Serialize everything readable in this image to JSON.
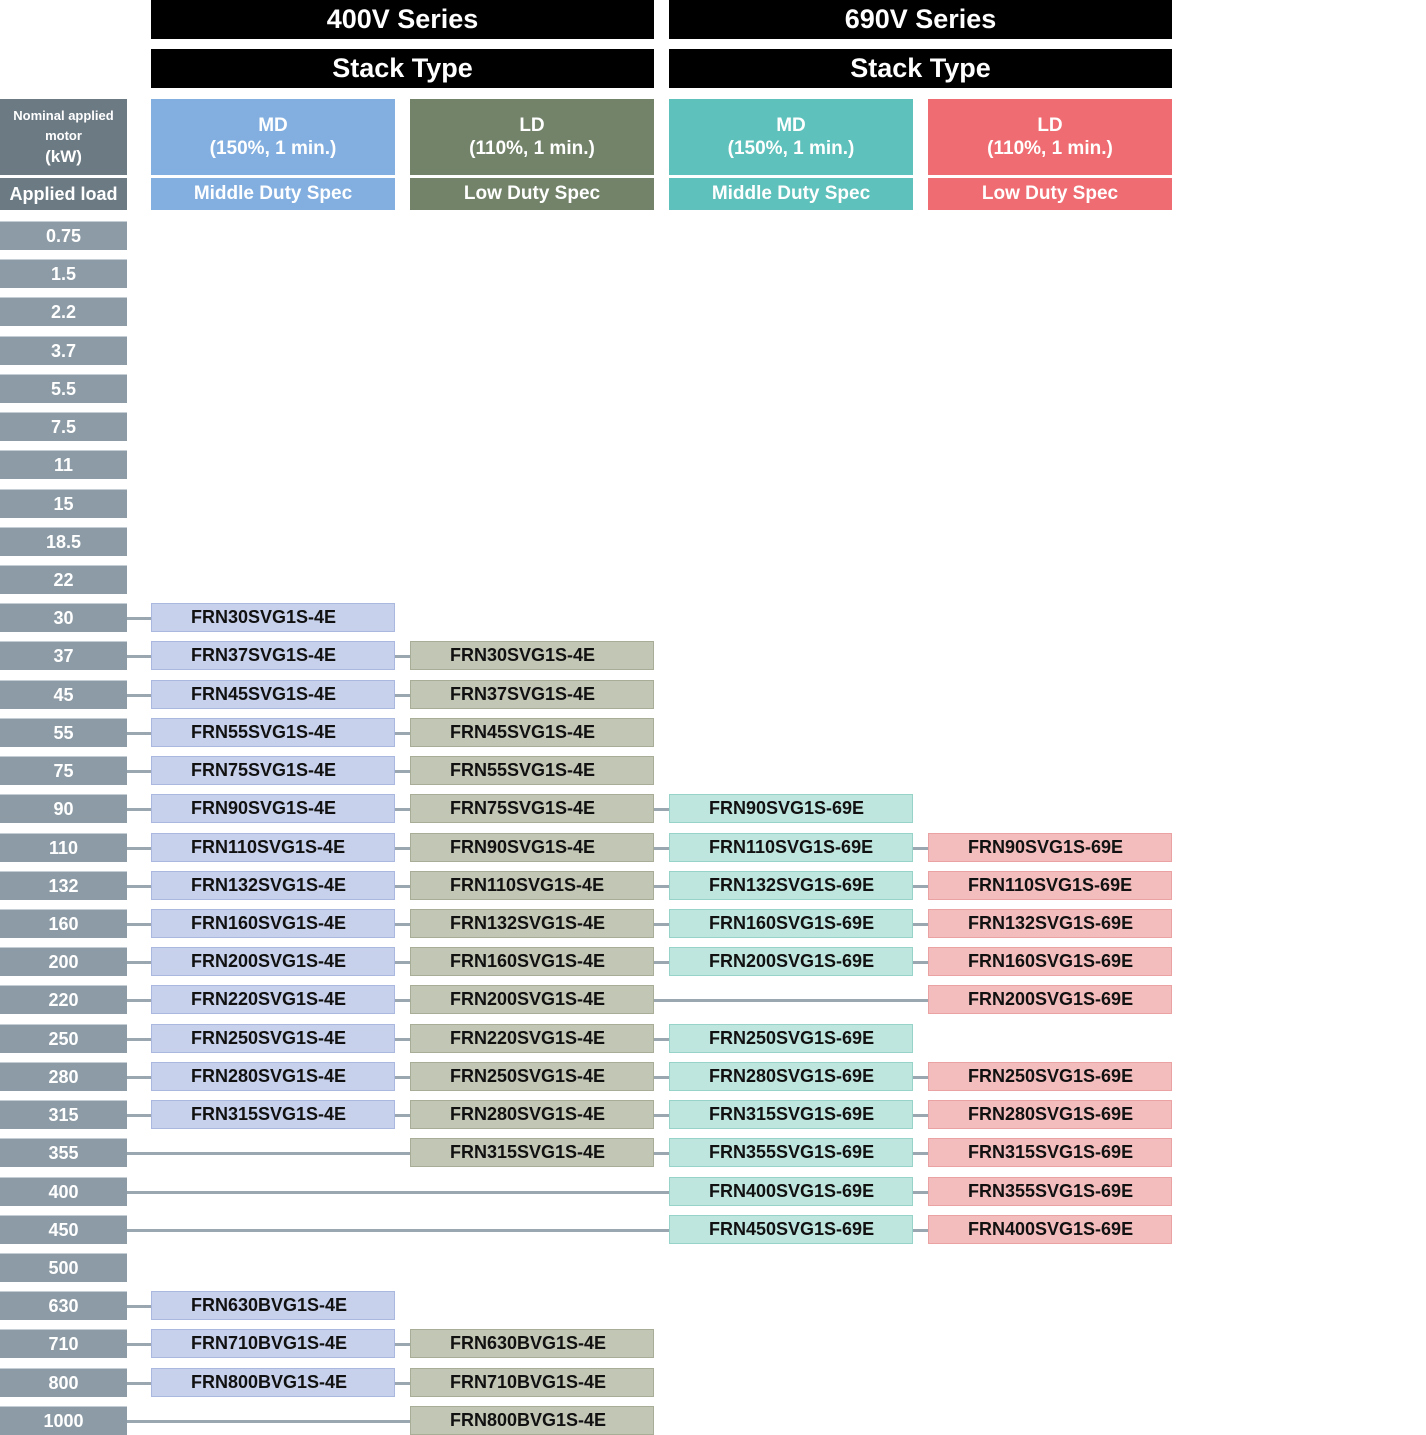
{
  "series": [
    {
      "title": "400V Series",
      "subtitle": "Stack Type"
    },
    {
      "title": "690V Series",
      "subtitle": "Stack Type"
    }
  ],
  "columns": [
    {
      "code": "MD",
      "rating": "(150%, 1 min.)",
      "spec": "Middle Duty Spec",
      "color": "#82afe0"
    },
    {
      "code": "LD",
      "rating": "(110%, 1 min.)",
      "spec": "Low Duty Spec",
      "color": "#72836a"
    },
    {
      "code": "MD",
      "rating": "(150%, 1 min.)",
      "spec": "Middle Duty Spec",
      "color": "#5fc1bb"
    },
    {
      "code": "LD",
      "rating": "(110%, 1 min.)",
      "spec": "Low Duty Spec",
      "color": "#ef6d72"
    }
  ],
  "left_header": {
    "line1": "Nominal applied motor",
    "line2": "(kW)",
    "applied_load": "Applied load"
  },
  "rows": [
    {
      "kw": "0.75",
      "cells": [
        "",
        "",
        "",
        ""
      ]
    },
    {
      "kw": "1.5",
      "cells": [
        "",
        "",
        "",
        ""
      ]
    },
    {
      "kw": "2.2",
      "cells": [
        "",
        "",
        "",
        ""
      ]
    },
    {
      "kw": "3.7",
      "cells": [
        "",
        "",
        "",
        ""
      ]
    },
    {
      "kw": "5.5",
      "cells": [
        "",
        "",
        "",
        ""
      ]
    },
    {
      "kw": "7.5",
      "cells": [
        "",
        "",
        "",
        ""
      ]
    },
    {
      "kw": "11",
      "cells": [
        "",
        "",
        "",
        ""
      ]
    },
    {
      "kw": "15",
      "cells": [
        "",
        "",
        "",
        ""
      ]
    },
    {
      "kw": "18.5",
      "cells": [
        "",
        "",
        "",
        ""
      ]
    },
    {
      "kw": "22",
      "cells": [
        "",
        "",
        "",
        ""
      ]
    },
    {
      "kw": "30",
      "cells": [
        "FRN30SVG1S-4E",
        "",
        "",
        ""
      ]
    },
    {
      "kw": "37",
      "cells": [
        "FRN37SVG1S-4E",
        "FRN30SVG1S-4E",
        "",
        ""
      ]
    },
    {
      "kw": "45",
      "cells": [
        "FRN45SVG1S-4E",
        "FRN37SVG1S-4E",
        "",
        ""
      ]
    },
    {
      "kw": "55",
      "cells": [
        "FRN55SVG1S-4E",
        "FRN45SVG1S-4E",
        "",
        ""
      ]
    },
    {
      "kw": "75",
      "cells": [
        "FRN75SVG1S-4E",
        "FRN55SVG1S-4E",
        "",
        ""
      ]
    },
    {
      "kw": "90",
      "cells": [
        "FRN90SVG1S-4E",
        "FRN75SVG1S-4E",
        "FRN90SVG1S-69E",
        ""
      ]
    },
    {
      "kw": "110",
      "cells": [
        "FRN110SVG1S-4E",
        "FRN90SVG1S-4E",
        "FRN110SVG1S-69E",
        "FRN90SVG1S-69E"
      ]
    },
    {
      "kw": "132",
      "cells": [
        "FRN132SVG1S-4E",
        "FRN110SVG1S-4E",
        "FRN132SVG1S-69E",
        "FRN110SVG1S-69E"
      ]
    },
    {
      "kw": "160",
      "cells": [
        "FRN160SVG1S-4E",
        "FRN132SVG1S-4E",
        "FRN160SVG1S-69E",
        "FRN132SVG1S-69E"
      ]
    },
    {
      "kw": "200",
      "cells": [
        "FRN200SVG1S-4E",
        "FRN160SVG1S-4E",
        "FRN200SVG1S-69E",
        "FRN160SVG1S-69E"
      ]
    },
    {
      "kw": "220",
      "cells": [
        "FRN220SVG1S-4E",
        "FRN200SVG1S-4E",
        "",
        "FRN200SVG1S-69E"
      ]
    },
    {
      "kw": "250",
      "cells": [
        "FRN250SVG1S-4E",
        "FRN220SVG1S-4E",
        "FRN250SVG1S-69E",
        ""
      ]
    },
    {
      "kw": "280",
      "cells": [
        "FRN280SVG1S-4E",
        "FRN250SVG1S-4E",
        "FRN280SVG1S-69E",
        "FRN250SVG1S-69E"
      ]
    },
    {
      "kw": "315",
      "cells": [
        "FRN315SVG1S-4E",
        "FRN280SVG1S-4E",
        "FRN315SVG1S-69E",
        "FRN280SVG1S-69E"
      ]
    },
    {
      "kw": "355",
      "cells": [
        "",
        "FRN315SVG1S-4E",
        "FRN355SVG1S-69E",
        "FRN315SVG1S-69E"
      ]
    },
    {
      "kw": "400",
      "cells": [
        "",
        "",
        "FRN400SVG1S-69E",
        "FRN355SVG1S-69E"
      ]
    },
    {
      "kw": "450",
      "cells": [
        "",
        "",
        "FRN450SVG1S-69E",
        "FRN400SVG1S-69E"
      ]
    },
    {
      "kw": "500",
      "cells": [
        "",
        "",
        "",
        ""
      ]
    },
    {
      "kw": "630",
      "cells": [
        "FRN630BVG1S-4E",
        "",
        "",
        ""
      ]
    },
    {
      "kw": "710",
      "cells": [
        "FRN710BVG1S-4E",
        "FRN630BVG1S-4E",
        "",
        ""
      ]
    },
    {
      "kw": "800",
      "cells": [
        "FRN800BVG1S-4E",
        "FRN710BVG1S-4E",
        "",
        ""
      ]
    },
    {
      "kw": "1000",
      "cells": [
        "",
        "FRN800BVG1S-4E",
        "",
        ""
      ]
    }
  ]
}
